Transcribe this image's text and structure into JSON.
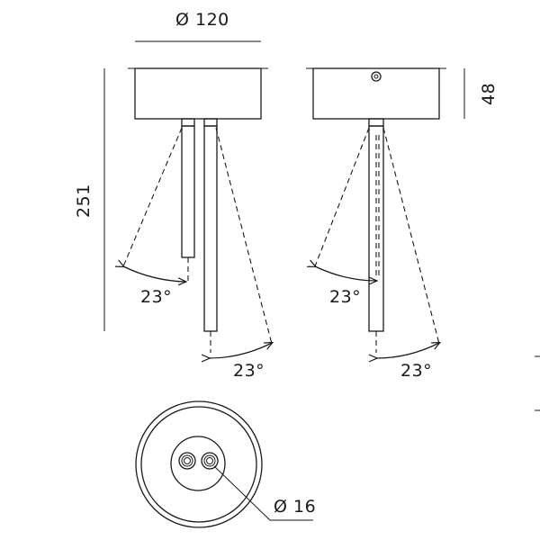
{
  "dimensions": {
    "canopy_diameter": "Ø 120",
    "total_height": "251",
    "canopy_height": "48",
    "spot_diameter": "Ø 16"
  },
  "angles": {
    "front_short_arm": "23°",
    "front_long_arm": "23°",
    "side_arm_top": "23°",
    "side_arm_bottom": "23°"
  }
}
